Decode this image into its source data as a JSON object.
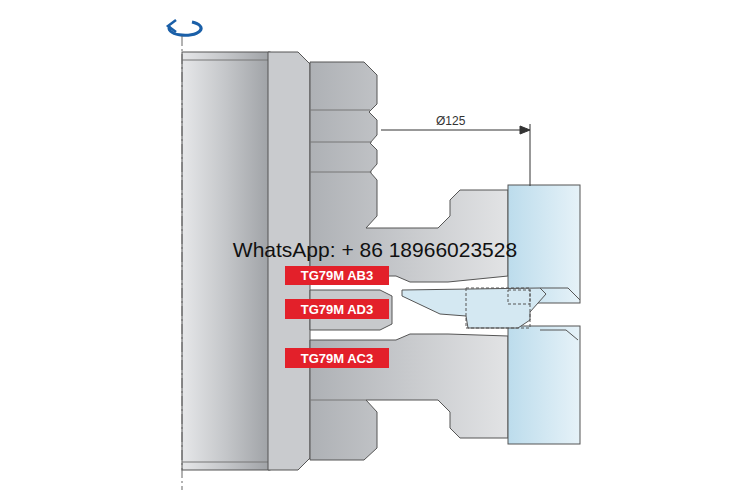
{
  "diagram": {
    "nodes": [
      {
        "text": [
          "TG79M AB3"
        ]
      },
      {
        "text": [
          "TG79M AD3"
        ]
      },
      {
        "text": [
          "TG79M AC3"
        ]
      }
    ],
    "labels": [
      "Ø125",
      "WhatsApp: + 86 18966023528"
    ]
  }
}
